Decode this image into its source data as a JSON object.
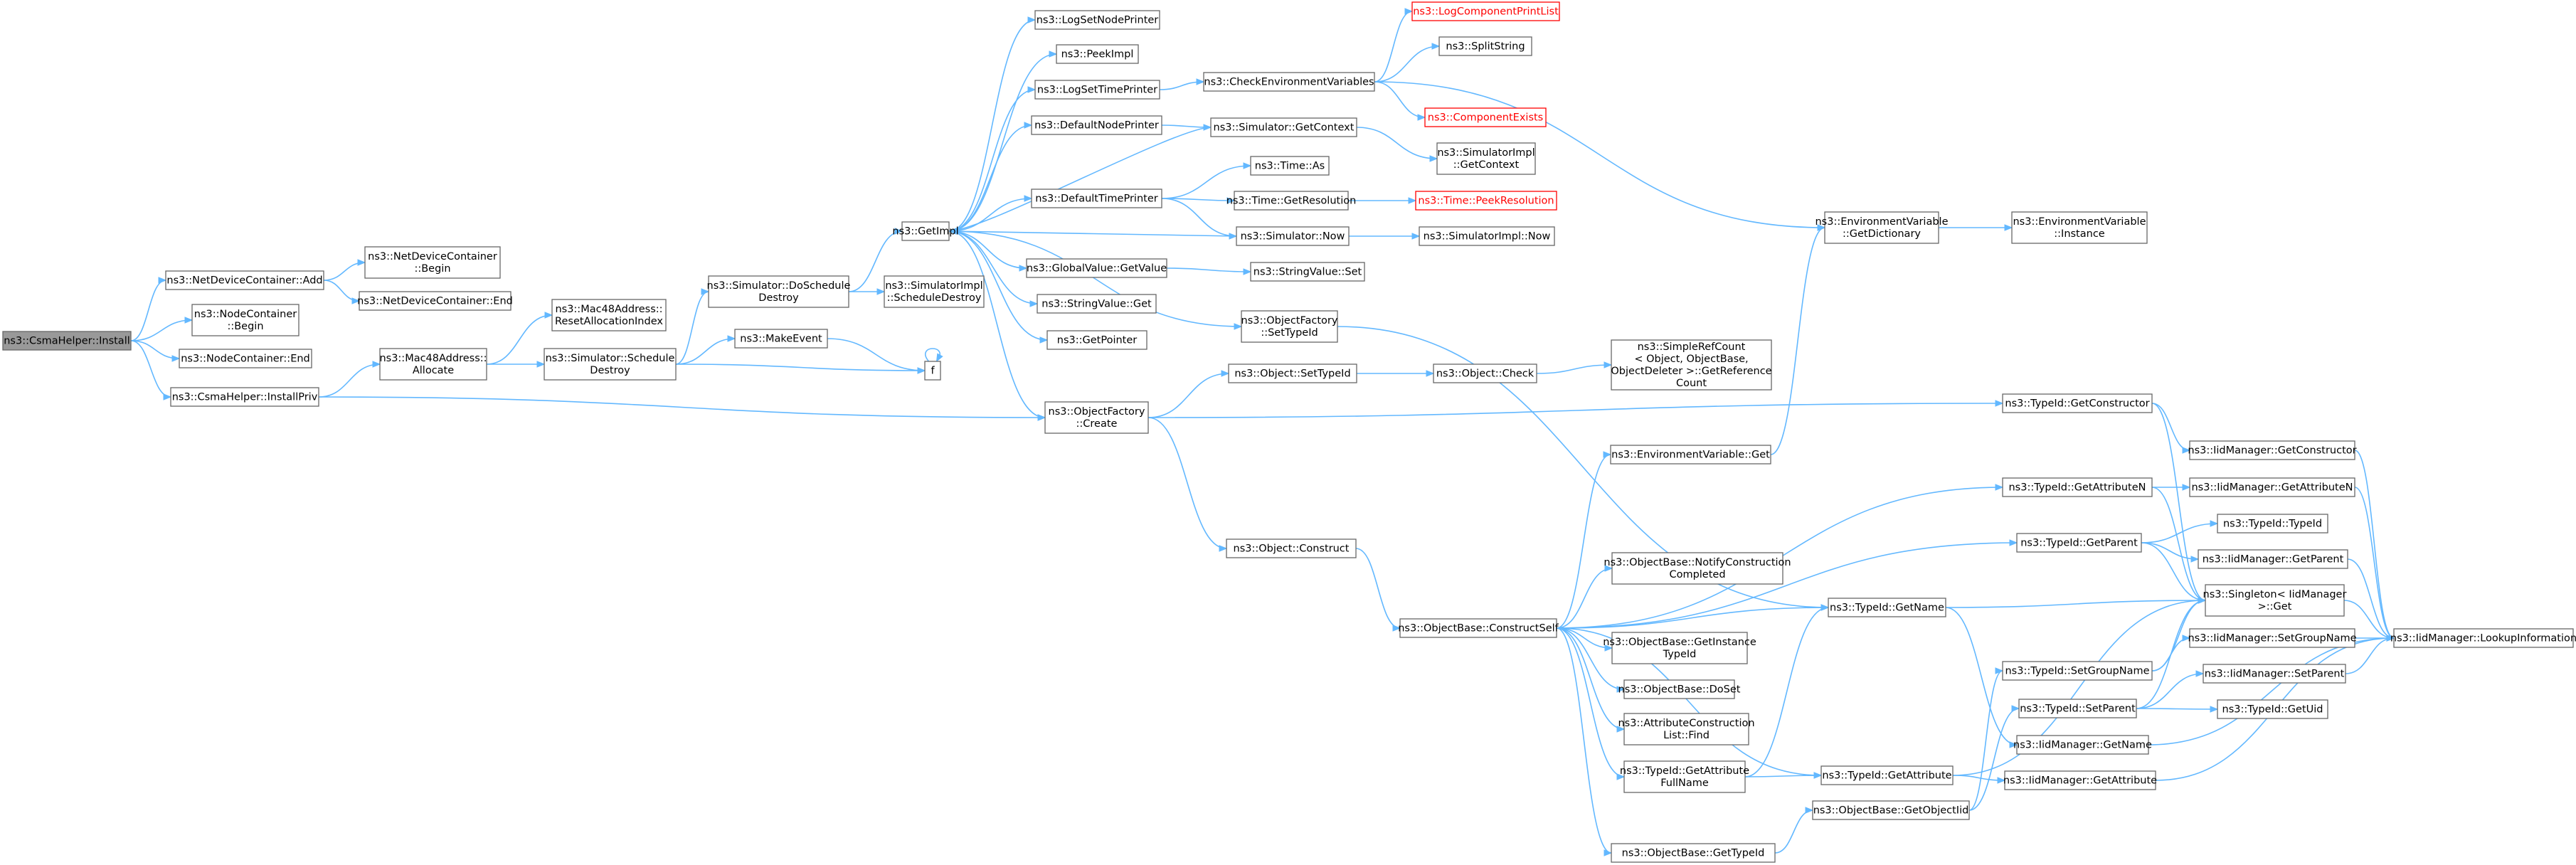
{
  "graph": {
    "nodes": [
      {
        "id": "install",
        "lines": [
          "ns3::CsmaHelper::Install"
        ],
        "style": "root"
      },
      {
        "id": "ndc_add",
        "lines": [
          "ns3::NetDeviceContainer::Add"
        ]
      },
      {
        "id": "nc_begin",
        "lines": [
          "ns3::NodeContainer",
          "::Begin"
        ]
      },
      {
        "id": "nc_end",
        "lines": [
          "ns3::NodeContainer::End"
        ]
      },
      {
        "id": "installpriv",
        "lines": [
          "ns3::CsmaHelper::InstallPriv"
        ]
      },
      {
        "id": "ndc_begin",
        "lines": [
          "ns3::NetDeviceContainer",
          "::Begin"
        ]
      },
      {
        "id": "ndc_end",
        "lines": [
          "ns3::NetDeviceContainer::End"
        ]
      },
      {
        "id": "mac_alloc",
        "lines": [
          "ns3::Mac48Address::",
          "Allocate"
        ]
      },
      {
        "id": "mac_reset",
        "lines": [
          "ns3::Mac48Address::",
          "ResetAllocationIndex"
        ]
      },
      {
        "id": "sim_sched",
        "lines": [
          "ns3::Simulator::Schedule",
          "Destroy"
        ]
      },
      {
        "id": "sim_dosched",
        "lines": [
          "ns3::Simulator::DoSchedule",
          "Destroy"
        ]
      },
      {
        "id": "makeevent",
        "lines": [
          "ns3::MakeEvent"
        ]
      },
      {
        "id": "f",
        "lines": [
          "f"
        ]
      },
      {
        "id": "simimpl_sched",
        "lines": [
          "ns3::SimulatorImpl",
          "::ScheduleDestroy"
        ]
      },
      {
        "id": "getimpl",
        "lines": [
          "ns3::GetImpl"
        ]
      },
      {
        "id": "logsetnode",
        "lines": [
          "ns3::LogSetNodePrinter"
        ]
      },
      {
        "id": "peekimpl",
        "lines": [
          "ns3::PeekImpl"
        ]
      },
      {
        "id": "logsettime",
        "lines": [
          "ns3::LogSetTimePrinter"
        ]
      },
      {
        "id": "defnodeprinter",
        "lines": [
          "ns3::DefaultNodePrinter"
        ]
      },
      {
        "id": "deftimeprinter",
        "lines": [
          "ns3::DefaultTimePrinter"
        ]
      },
      {
        "id": "gv_getvalue",
        "lines": [
          "ns3::GlobalValue::GetValue"
        ]
      },
      {
        "id": "sv_get",
        "lines": [
          "ns3::StringValue::Get"
        ]
      },
      {
        "id": "getpointer",
        "lines": [
          "ns3::GetPointer"
        ]
      },
      {
        "id": "of_settypeid",
        "lines": [
          "ns3::ObjectFactory",
          "::SetTypeId"
        ]
      },
      {
        "id": "of_create",
        "lines": [
          "ns3::ObjectFactory",
          "::Create"
        ]
      },
      {
        "id": "checkenv",
        "lines": [
          "ns3::CheckEnvironmentVariables"
        ]
      },
      {
        "id": "logcomplist",
        "lines": [
          "ns3::LogComponentPrintList"
        ],
        "style": "red"
      },
      {
        "id": "splitstring",
        "lines": [
          "ns3::SplitString"
        ]
      },
      {
        "id": "compexists",
        "lines": [
          "ns3::ComponentExists"
        ],
        "style": "red"
      },
      {
        "id": "sim_getctx",
        "lines": [
          "ns3::Simulator::GetContext"
        ]
      },
      {
        "id": "simimpl_getctx",
        "lines": [
          "ns3::SimulatorImpl",
          "::GetContext"
        ]
      },
      {
        "id": "time_as",
        "lines": [
          "ns3::Time::As"
        ]
      },
      {
        "id": "time_getres",
        "lines": [
          "ns3::Time::GetResolution"
        ]
      },
      {
        "id": "time_peekres",
        "lines": [
          "ns3::Time::PeekResolution"
        ],
        "style": "red"
      },
      {
        "id": "sim_now",
        "lines": [
          "ns3::Simulator::Now"
        ]
      },
      {
        "id": "simimpl_now",
        "lines": [
          "ns3::SimulatorImpl::Now"
        ]
      },
      {
        "id": "sv_set",
        "lines": [
          "ns3::StringValue::Set"
        ]
      },
      {
        "id": "obj_settypeid",
        "lines": [
          "ns3::Object::SetTypeId"
        ]
      },
      {
        "id": "obj_check",
        "lines": [
          "ns3::Object::Check"
        ]
      },
      {
        "id": "simplerefcount",
        "lines": [
          "ns3::SimpleRefCount",
          "< Object, ObjectBase,",
          "ObjectDeleter >::GetReference",
          "Count"
        ]
      },
      {
        "id": "obj_construct",
        "lines": [
          "ns3::Object::Construct"
        ]
      },
      {
        "id": "ob_constructself",
        "lines": [
          "ns3::ObjectBase::ConstructSelf"
        ]
      },
      {
        "id": "ev_getdict",
        "lines": [
          "ns3::EnvironmentVariable",
          "::GetDictionary"
        ]
      },
      {
        "id": "ev_instance",
        "lines": [
          "ns3::EnvironmentVariable",
          "::Instance"
        ]
      },
      {
        "id": "ev_get",
        "lines": [
          "ns3::EnvironmentVariable::Get"
        ]
      },
      {
        "id": "ob_notify",
        "lines": [
          "ns3::ObjectBase::NotifyConstruction",
          "Completed"
        ]
      },
      {
        "id": "ob_getinsttid",
        "lines": [
          "ns3::ObjectBase::GetInstance",
          "TypeId"
        ]
      },
      {
        "id": "ob_doset",
        "lines": [
          "ns3::ObjectBase::DoSet"
        ]
      },
      {
        "id": "acl_find",
        "lines": [
          "ns3::AttributeConstruction",
          "List::Find"
        ]
      },
      {
        "id": "tid_getattrfull",
        "lines": [
          "ns3::TypeId::GetAttribute",
          "FullName"
        ]
      },
      {
        "id": "ob_gettypeid",
        "lines": [
          "ns3::ObjectBase::GetTypeId"
        ]
      },
      {
        "id": "ob_getobjectiid",
        "lines": [
          "ns3::ObjectBase::GetObjectIid"
        ]
      },
      {
        "id": "tid_getname",
        "lines": [
          "ns3::TypeId::GetName"
        ]
      },
      {
        "id": "tid_getattr",
        "lines": [
          "ns3::TypeId::GetAttribute"
        ]
      },
      {
        "id": "tid_getctor",
        "lines": [
          "ns3::TypeId::GetConstructor"
        ]
      },
      {
        "id": "tid_getattrn",
        "lines": [
          "ns3::TypeId::GetAttributeN"
        ]
      },
      {
        "id": "tid_getparent",
        "lines": [
          "ns3::TypeId::GetParent"
        ]
      },
      {
        "id": "tid_setgroupname",
        "lines": [
          "ns3::TypeId::SetGroupName"
        ]
      },
      {
        "id": "tid_setparent",
        "lines": [
          "ns3::TypeId::SetParent"
        ]
      },
      {
        "id": "iid_getctor",
        "lines": [
          "ns3::IidManager::GetConstructor"
        ]
      },
      {
        "id": "iid_getattrn",
        "lines": [
          "ns3::IidManager::GetAttributeN"
        ]
      },
      {
        "id": "tid_typeid",
        "lines": [
          "ns3::TypeId::TypeId"
        ]
      },
      {
        "id": "iid_getparent",
        "lines": [
          "ns3::IidManager::GetParent"
        ]
      },
      {
        "id": "singleton_get",
        "lines": [
          "ns3::Singleton< IidManager",
          ">::Get"
        ]
      },
      {
        "id": "iid_setgroupname",
        "lines": [
          "ns3::IidManager::SetGroupName"
        ]
      },
      {
        "id": "iid_setparent",
        "lines": [
          "ns3::IidManager::SetParent"
        ]
      },
      {
        "id": "tid_getuid",
        "lines": [
          "ns3::TypeId::GetUid"
        ]
      },
      {
        "id": "iid_getname",
        "lines": [
          "ns3::IidManager::GetName"
        ]
      },
      {
        "id": "iid_getattr",
        "lines": [
          "ns3::IidManager::GetAttribute"
        ]
      },
      {
        "id": "iid_lookup",
        "lines": [
          "ns3::IidManager::LookupInformation"
        ]
      }
    ],
    "edges": [
      [
        "install",
        "ndc_add"
      ],
      [
        "install",
        "nc_begin"
      ],
      [
        "install",
        "nc_end"
      ],
      [
        "install",
        "installpriv"
      ],
      [
        "ndc_add",
        "ndc_begin"
      ],
      [
        "ndc_add",
        "ndc_end"
      ],
      [
        "installpriv",
        "mac_alloc"
      ],
      [
        "installpriv",
        "of_create"
      ],
      [
        "mac_alloc",
        "mac_reset"
      ],
      [
        "mac_alloc",
        "sim_sched"
      ],
      [
        "sim_sched",
        "sim_dosched"
      ],
      [
        "sim_sched",
        "makeevent"
      ],
      [
        "sim_sched",
        "f"
      ],
      [
        "makeevent",
        "f"
      ],
      [
        "f",
        "f"
      ],
      [
        "sim_dosched",
        "getimpl"
      ],
      [
        "sim_dosched",
        "simimpl_sched"
      ],
      [
        "getimpl",
        "logsetnode"
      ],
      [
        "getimpl",
        "peekimpl"
      ],
      [
        "getimpl",
        "logsettime"
      ],
      [
        "getimpl",
        "defnodeprinter"
      ],
      [
        "getimpl",
        "deftimeprinter"
      ],
      [
        "getimpl",
        "gv_getvalue"
      ],
      [
        "getimpl",
        "sv_get"
      ],
      [
        "getimpl",
        "getpointer"
      ],
      [
        "getimpl",
        "of_settypeid"
      ],
      [
        "getimpl",
        "of_create"
      ],
      [
        "logsettime",
        "checkenv"
      ],
      [
        "checkenv",
        "logcomplist"
      ],
      [
        "checkenv",
        "splitstring"
      ],
      [
        "checkenv",
        "compexists"
      ],
      [
        "checkenv",
        "ev_getdict"
      ],
      [
        "defnodeprinter",
        "sim_getctx"
      ],
      [
        "sim_getctx",
        "getimpl"
      ],
      [
        "sim_getctx",
        "simimpl_getctx"
      ],
      [
        "deftimeprinter",
        "time_as"
      ],
      [
        "deftimeprinter",
        "time_getres"
      ],
      [
        "deftimeprinter",
        "sim_now"
      ],
      [
        "time_getres",
        "time_peekres"
      ],
      [
        "sim_now",
        "getimpl"
      ],
      [
        "sim_now",
        "simimpl_now"
      ],
      [
        "gv_getvalue",
        "sv_set"
      ],
      [
        "of_settypeid",
        "tid_getname"
      ],
      [
        "of_create",
        "obj_settypeid"
      ],
      [
        "of_create",
        "obj_construct"
      ],
      [
        "of_create",
        "tid_getctor"
      ],
      [
        "obj_settypeid",
        "obj_check"
      ],
      [
        "obj_check",
        "simplerefcount"
      ],
      [
        "obj_construct",
        "ob_constructself"
      ],
      [
        "ev_getdict",
        "ev_instance"
      ],
      [
        "ev_get",
        "ev_getdict"
      ],
      [
        "ob_constructself",
        "ev_get"
      ],
      [
        "ob_constructself",
        "tid_getattrn"
      ],
      [
        "ob_constructself",
        "tid_getparent"
      ],
      [
        "ob_constructself",
        "ob_notify"
      ],
      [
        "ob_constructself",
        "tid_getname"
      ],
      [
        "ob_constructself",
        "ob_getinsttid"
      ],
      [
        "ob_constructself",
        "ob_doset"
      ],
      [
        "ob_constructself",
        "acl_find"
      ],
      [
        "ob_constructself",
        "tid_getattrfull"
      ],
      [
        "ob_constructself",
        "tid_getattr"
      ],
      [
        "ob_constructself",
        "ob_gettypeid"
      ],
      [
        "tid_getattrfull",
        "tid_getname"
      ],
      [
        "tid_getattrfull",
        "tid_getattr"
      ],
      [
        "ob_gettypeid",
        "ob_getobjectiid"
      ],
      [
        "ob_getobjectiid",
        "tid_setgroupname"
      ],
      [
        "ob_getobjectiid",
        "tid_setparent"
      ],
      [
        "tid_getname",
        "singleton_get"
      ],
      [
        "tid_getname",
        "iid_getname"
      ],
      [
        "tid_getattr",
        "singleton_get"
      ],
      [
        "tid_getattr",
        "iid_getattr"
      ],
      [
        "tid_getctor",
        "iid_getctor"
      ],
      [
        "tid_getctor",
        "singleton_get"
      ],
      [
        "tid_getattrn",
        "iid_getattrn"
      ],
      [
        "tid_getattrn",
        "singleton_get"
      ],
      [
        "tid_getparent",
        "tid_typeid"
      ],
      [
        "tid_getparent",
        "iid_getparent"
      ],
      [
        "tid_getparent",
        "singleton_get"
      ],
      [
        "tid_setgroupname",
        "singleton_get"
      ],
      [
        "tid_setgroupname",
        "iid_setgroupname"
      ],
      [
        "tid_setparent",
        "singleton_get"
      ],
      [
        "tid_setparent",
        "iid_setparent"
      ],
      [
        "tid_setparent",
        "tid_getuid"
      ],
      [
        "iid_getctor",
        "iid_lookup"
      ],
      [
        "iid_getattrn",
        "iid_lookup"
      ],
      [
        "iid_getparent",
        "iid_lookup"
      ],
      [
        "singleton_get",
        "iid_lookup"
      ],
      [
        "iid_setgroupname",
        "iid_lookup"
      ],
      [
        "iid_setparent",
        "iid_lookup"
      ],
      [
        "iid_getname",
        "iid_lookup"
      ],
      [
        "iid_getattr",
        "iid_lookup"
      ]
    ]
  }
}
